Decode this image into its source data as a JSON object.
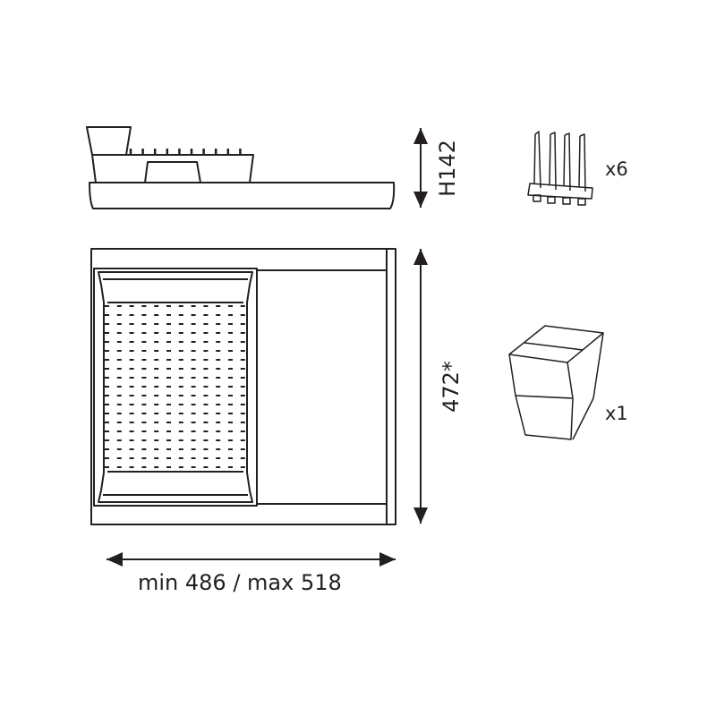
{
  "dimensions": {
    "height_label": "H142",
    "depth_label": "472*",
    "width_label": "min 486 / max 518"
  },
  "accessories": [
    {
      "name": "comb-divider",
      "quantity_label": "x6"
    },
    {
      "name": "utensil-cup",
      "quantity_label": "x1"
    }
  ],
  "colors": {
    "line": "#231f20",
    "background": "#ffffff"
  }
}
